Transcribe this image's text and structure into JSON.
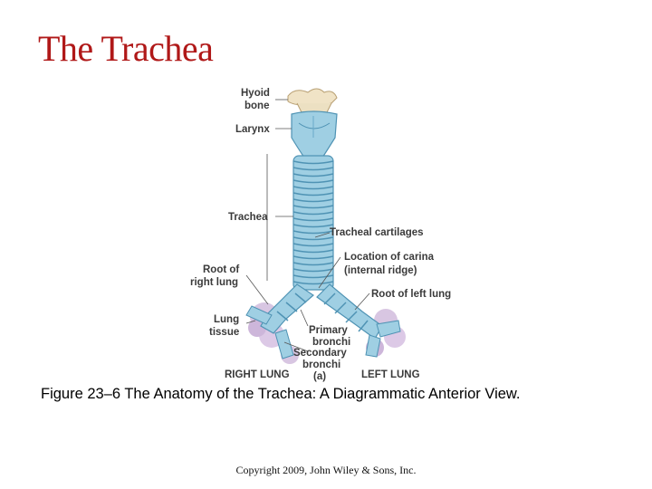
{
  "slide": {
    "title": "The Trachea",
    "caption": "Figure 23–6 The Anatomy of the Trachea: A Diagrammatic Anterior View.",
    "copyright": "Copyright 2009, John Wiley & Sons, Inc."
  },
  "figure": {
    "labels": {
      "hyoid_line1": "Hyoid",
      "hyoid_line2": "bone",
      "larynx": "Larynx",
      "trachea": "Trachea",
      "tracheal_cartilages": "Tracheal cartilages",
      "carina_line1": "Location of carina",
      "carina_line2": "(internal ridge)",
      "root_right_line1": "Root of",
      "root_right_line2": "right lung",
      "root_left": "Root of left lung",
      "lung_tissue_line1": "Lung",
      "lung_tissue_line2": "tissue",
      "primary_line1": "Primary",
      "primary_line2": "bronchi",
      "secondary_line1": "Secondary",
      "secondary_line2": "bronchi",
      "right_lung": "RIGHT LUNG",
      "panel": "(a)",
      "left_lung": "LEFT LUNG"
    },
    "colors": {
      "cartilage": "#9fcfe3",
      "cartilage_dark": "#4f93b4",
      "bone": "#f0e3c6",
      "lung_tissue": "#d8c6e2"
    }
  }
}
